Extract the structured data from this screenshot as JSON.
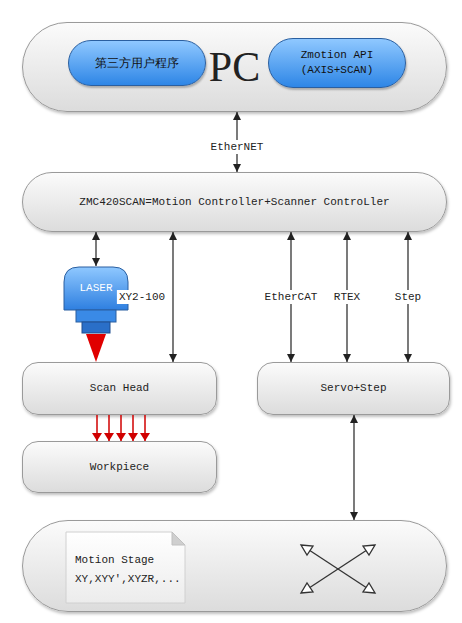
{
  "diagram": {
    "nodes": [
      {
        "text": [
          "PC"
        ]
      },
      {
        "text": [
          "第三方用户程序"
        ],
        "in": 0
      },
      {
        "text": [
          "Zmotion API (AXIS+SCAN)"
        ],
        "in": 0
      },
      {
        "text": [
          "ZMC420SCAN=Motion Controller+Scanner ControLler"
        ]
      },
      {
        "text": [
          "LASER"
        ]
      },
      {
        "text": [
          "Scan Head"
        ]
      },
      {
        "text": [
          "Servo+Step"
        ]
      },
      {
        "text": [
          "Workpiece"
        ]
      },
      {
        "text": [
          "Motion Stage XY,XYY',XYZR,..."
        ]
      }
    ],
    "edges": [
      {
        "from": 0,
        "to": 3,
        "arrow": "both",
        "label": "EtherNET"
      },
      {
        "from": 3,
        "to": 4,
        "arrow": "both"
      },
      {
        "from": 3,
        "to": 5,
        "arrow": "both",
        "label": "XY2-100"
      },
      {
        "from": 3,
        "to": 6,
        "arrow": "both",
        "label": "EtherCAT"
      },
      {
        "from": 3,
        "to": 6,
        "arrow": "both",
        "label": "RTEX"
      },
      {
        "from": 3,
        "to": 6,
        "arrow": "both",
        "label": "Step"
      },
      {
        "from": 4,
        "to": 5,
        "arrow": "to"
      },
      {
        "from": 5,
        "to": 7,
        "arrow": "to"
      },
      {
        "from": 6,
        "to": 8,
        "arrow": "both"
      }
    ]
  }
}
